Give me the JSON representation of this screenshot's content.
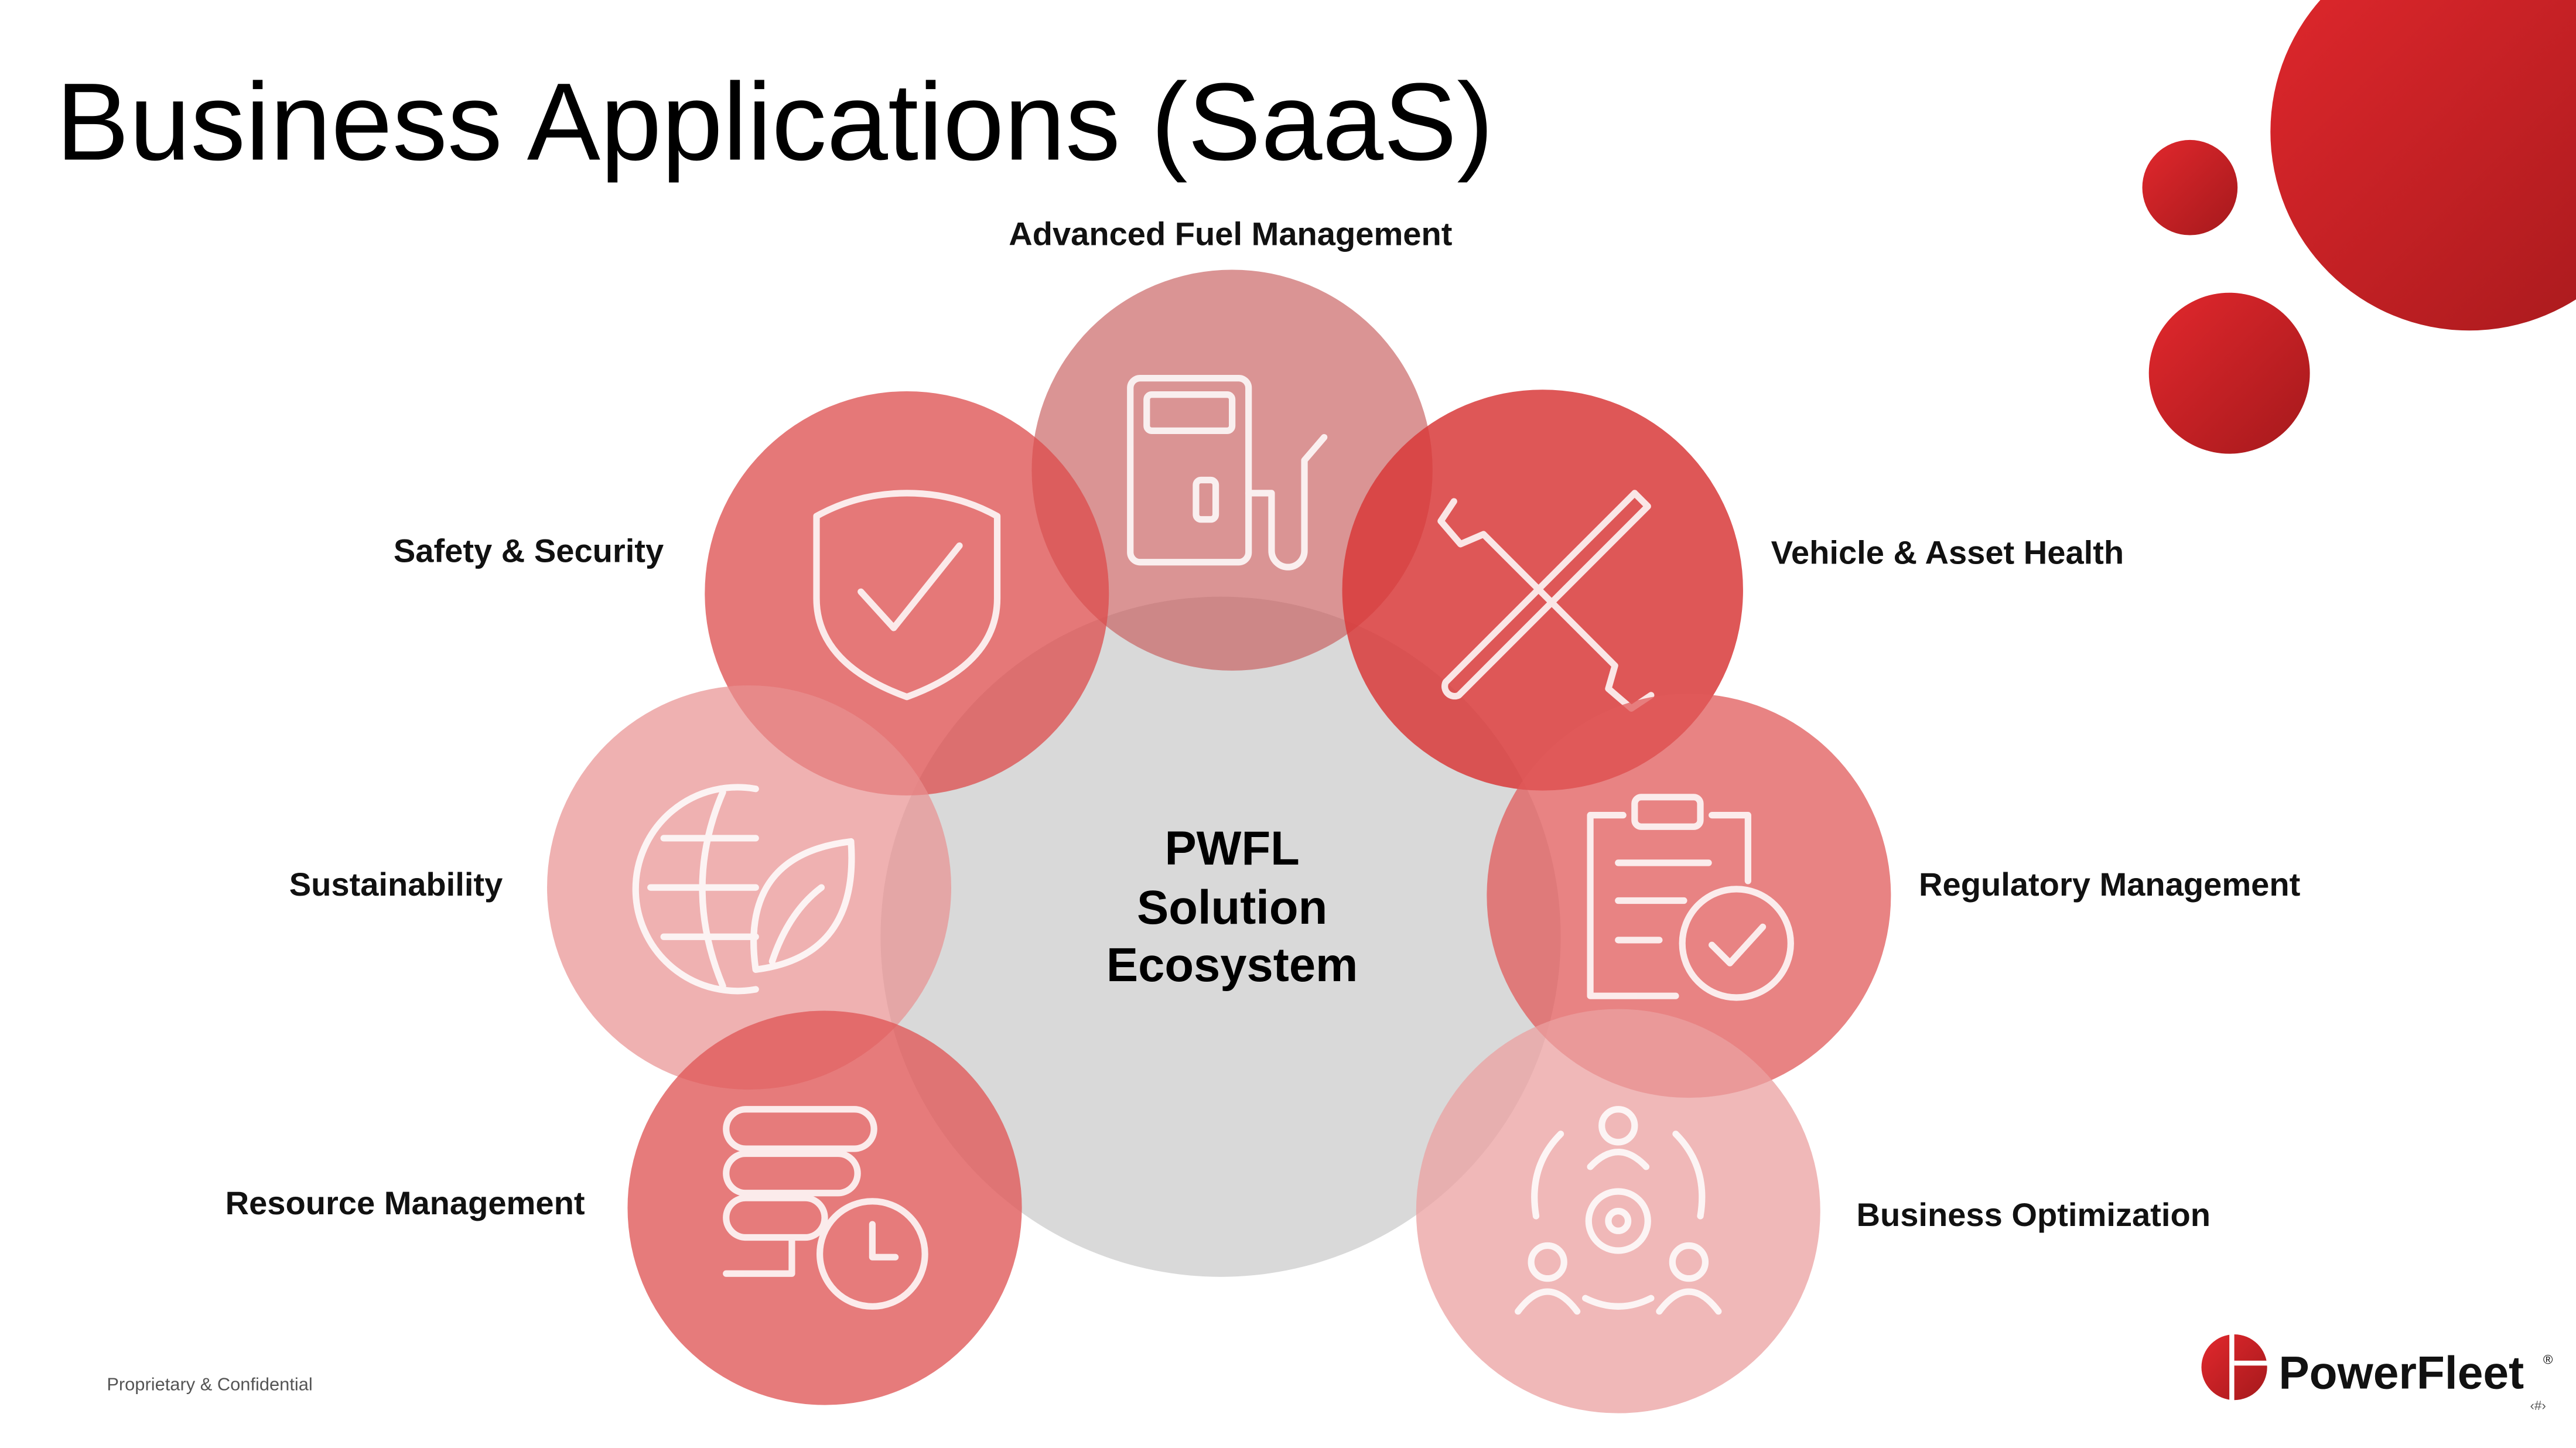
{
  "title": "Business Applications (SaaS)",
  "center": {
    "line1": "PWFL",
    "line2": "Solution",
    "line3": "Ecosystem"
  },
  "applications": [
    {
      "label": "Advanced Fuel Management",
      "icon": "fuel-pump-icon"
    },
    {
      "label": "Safety & Security",
      "icon": "shield-check-icon"
    },
    {
      "label": "Vehicle & Asset Health",
      "icon": "wrench-screwdriver-icon"
    },
    {
      "label": "Sustainability",
      "icon": "globe-leaf-icon"
    },
    {
      "label": "Regulatory Management",
      "icon": "clipboard-check-icon"
    },
    {
      "label": "Resource Management",
      "icon": "server-clock-icon"
    },
    {
      "label": "Business Optimization",
      "icon": "people-gear-icon"
    }
  ],
  "footer": {
    "confidential": "Proprietary & Confidential",
    "slide_number": "‹#›"
  },
  "logo": {
    "text": "PowerFleet",
    "registered": "®"
  },
  "colors": {
    "brand_red": "#d9252a",
    "center_gray": "#d9d9d9"
  }
}
